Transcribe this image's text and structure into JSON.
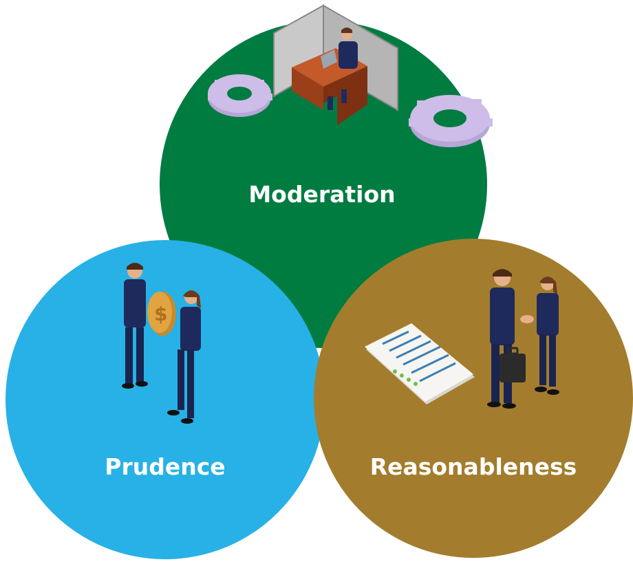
{
  "diagram": {
    "circles": [
      {
        "id": "moderation",
        "label": "Moderation",
        "color": "#007c41"
      },
      {
        "id": "prudence",
        "label": "Prudence",
        "color": "#27b1e6"
      },
      {
        "id": "reasonableness",
        "label": "Reasonableness",
        "color": "#a37d2d"
      }
    ],
    "illustrations": [
      {
        "circle": "moderation",
        "name": "office-desk-worker-icon"
      },
      {
        "circle": "moderation",
        "name": "gear-icon"
      },
      {
        "circle": "prudence",
        "name": "coin-exchange-icon"
      },
      {
        "circle": "reasonableness",
        "name": "handshake-agreement-icon"
      }
    ]
  }
}
